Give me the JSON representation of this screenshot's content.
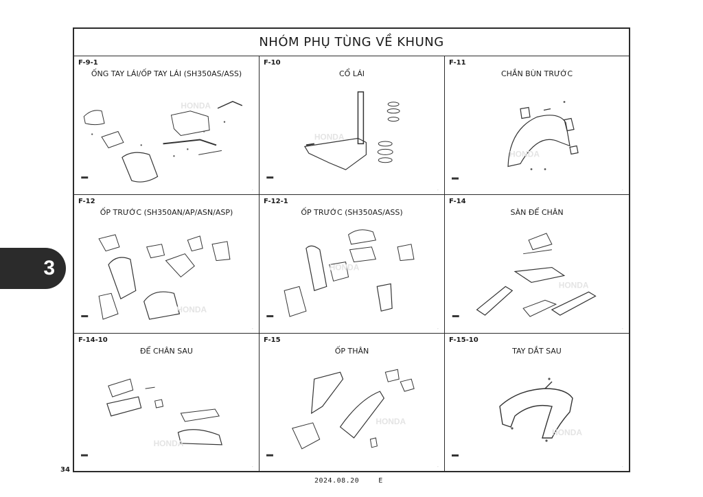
{
  "page": {
    "title": "NHÓM PHỤ TÙNG VỀ KHUNG",
    "section_tab": "3",
    "page_number": "34",
    "footer_date": "2024.08.20",
    "footer_lang": "E"
  },
  "brand_watermark": "HONDA",
  "panels": [
    {
      "code": "F-9-1",
      "title": "ỐNG TAY LÁI/ỐP TAY LÁI (SH350AS/ASS)",
      "diagram": "handlebar-cover-diagram"
    },
    {
      "code": "F-10",
      "title": "CỔ LÁI",
      "diagram": "steering-stem-diagram"
    },
    {
      "code": "F-11",
      "title": "CHẮN BÙN TRƯỚC",
      "diagram": "front-fender-diagram"
    },
    {
      "code": "F-12",
      "title": "ỐP TRƯỚC (SH350AN/AP/ASN/ASP)",
      "diagram": "front-cover-diagram"
    },
    {
      "code": "F-12-1",
      "title": "ỐP TRƯỚC (SH350AS/ASS)",
      "diagram": "front-cover-diagram"
    },
    {
      "code": "F-14",
      "title": "SÀN ĐỂ CHÂN",
      "diagram": "floor-step-diagram"
    },
    {
      "code": "F-14-10",
      "title": "ĐỂ CHÂN SAU",
      "diagram": "rear-footrest-diagram"
    },
    {
      "code": "F-15",
      "title": "ỐP THÂN",
      "diagram": "body-cover-diagram"
    },
    {
      "code": "F-15-10",
      "title": "TAY DẮT SAU",
      "diagram": "rear-grip-diagram"
    }
  ]
}
